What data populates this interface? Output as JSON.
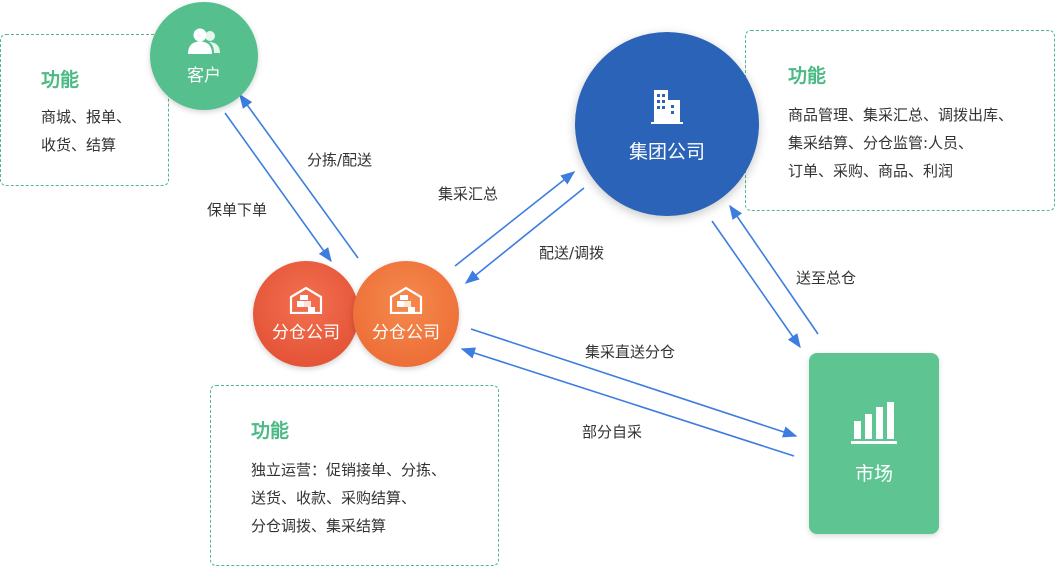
{
  "nodes": {
    "customer": {
      "label": "客户"
    },
    "group": {
      "label": "集团公司"
    },
    "branch_a": {
      "label": "分仓公司"
    },
    "branch_b": {
      "label": "分仓公司"
    },
    "market": {
      "label": "市场"
    }
  },
  "boxes": {
    "customer": {
      "title": "功能",
      "lines": [
        "商城、报单、",
        "收货、结算"
      ]
    },
    "group": {
      "title": "功能",
      "lines": [
        "商品管理、集采汇总、调拨出库、",
        "集采结算、分仓监管:人员、",
        "订单、采购、商品、利润"
      ]
    },
    "branch": {
      "title": "功能",
      "lines": [
        "独立运营：促销接单、分拣、",
        "送货、收款、采购结算、",
        "分仓调拨、集采结算"
      ]
    }
  },
  "edges": {
    "sort_deliver": "分拣/配送",
    "place_order": "保单下单",
    "central_summary": "集采汇总",
    "deliver_transfer": "配送/调拨",
    "to_hq": "送至总仓",
    "direct_to_branch": "集采直送分仓",
    "self_purchase": "部分自采"
  },
  "colors": {
    "green_border": "#4fb98a",
    "green_title": "#4cba85",
    "arrow": "#3d7de0",
    "customer": "#55c08e",
    "group": "#2a63b7",
    "branch": "#e8573a",
    "market": "#5ec592"
  }
}
